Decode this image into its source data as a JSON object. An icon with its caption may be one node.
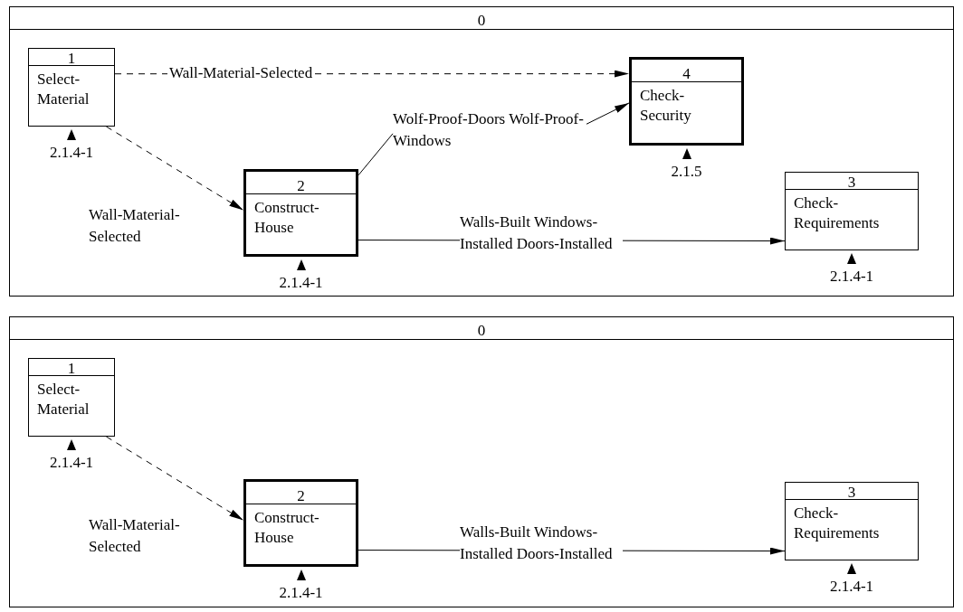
{
  "diagram": {
    "nodes": [
      {
        "text": [
          "0"
        ]
      },
      {
        "text": [
          "1",
          "Select- Material"
        ],
        "in": 0,
        "beside": [
          "2.1.4-1"
        ]
      },
      {
        "text": [
          "4",
          "Check- Security"
        ],
        "in": 0,
        "beside": [
          "2.1.5"
        ]
      },
      {
        "text": [
          "Wolf-Proof-Doors Wolf-Proof-Windows"
        ],
        "in": 0
      },
      {
        "text": [
          "2",
          "Construct- House"
        ],
        "in": 0,
        "beside": [
          "2.1.4-1"
        ]
      },
      {
        "text": [
          "3",
          "Check- Requirements"
        ],
        "in": 0,
        "beside": [
          "2.1.4-1"
        ]
      },
      {
        "text": [
          "0"
        ]
      },
      {
        "text": [
          "1",
          "Select- Material"
        ],
        "in": 6,
        "beside": [
          "2.1.4-1"
        ]
      },
      {
        "text": [
          "2",
          "Construct- House"
        ],
        "in": 6,
        "beside": [
          "2.1.4-1"
        ]
      },
      {
        "text": [
          "3",
          "Check- Requirements"
        ],
        "in": 6,
        "beside": [
          "2.1.4-1"
        ]
      }
    ],
    "edges": [
      {
        "from": 1,
        "to": 2,
        "arrow": "to",
        "style": "dashed",
        "label": "Wall-Material-Selected"
      },
      {
        "from": 4,
        "to": 3,
        "arrow": "none"
      },
      {
        "from": 3,
        "to": 2,
        "arrow": "to"
      },
      {
        "from": 1,
        "to": 4,
        "arrow": "to",
        "style": "dashed",
        "label": "Wall-Material- Selected"
      },
      {
        "from": 4,
        "to": 5,
        "arrow": "to",
        "label": "Walls-Built Windows-Installed Doors-Installed"
      },
      {
        "from": 7,
        "to": 8,
        "arrow": "to",
        "style": "dashed",
        "label": "Wall-Material- Selected"
      },
      {
        "from": 8,
        "to": 9,
        "arrow": "to",
        "label": "Walls-Built Windows-Installed Doors-Installed"
      }
    ]
  }
}
